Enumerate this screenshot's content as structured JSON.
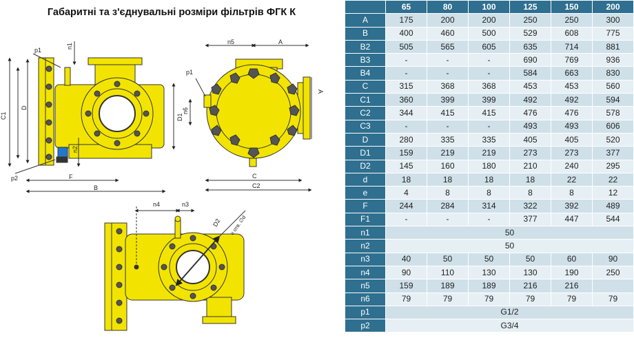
{
  "title": "Габаритні та з'єднувальні розміри фільтрів ФГК К",
  "colors": {
    "header": "#2f6f8f",
    "row_a": "#cfe0e9",
    "row_b": "#e6eff4",
    "filter_body": "#f2e400"
  },
  "drawing_labels": {
    "p1a": "p1",
    "n1": "n1",
    "c1": "C1",
    "d": "D",
    "d1a": "D1",
    "n2": "n2",
    "p2": "p2",
    "f": "F",
    "b": "B",
    "n5": "n5",
    "a_top": "A",
    "p1b": "p1",
    "n6": "n6",
    "a_side": "A",
    "c": "C",
    "c2": "C2",
    "n4": "n4",
    "n3": "n3",
    "d2": "D2",
    "holes": "e отв. ∅d"
  },
  "table": {
    "columns": [
      "65",
      "80",
      "100",
      "125",
      "150",
      "200"
    ],
    "rows": [
      {
        "label": "A",
        "values": [
          "175",
          "200",
          "200",
          "250",
          "250",
          "300"
        ]
      },
      {
        "label": "B",
        "values": [
          "400",
          "460",
          "500",
          "529",
          "608",
          "775"
        ]
      },
      {
        "label": "B2",
        "values": [
          "505",
          "565",
          "605",
          "635",
          "714",
          "881"
        ]
      },
      {
        "label": "B3",
        "values": [
          "-",
          "-",
          "-",
          "690",
          "769",
          "936"
        ]
      },
      {
        "label": "B4",
        "values": [
          "-",
          "-",
          "-",
          "584",
          "663",
          "830"
        ]
      },
      {
        "label": "C",
        "values": [
          "315",
          "368",
          "368",
          "453",
          "453",
          "560"
        ]
      },
      {
        "label": "C1",
        "values": [
          "360",
          "399",
          "399",
          "492",
          "492",
          "594"
        ]
      },
      {
        "label": "C2",
        "values": [
          "344",
          "415",
          "415",
          "476",
          "476",
          "578"
        ]
      },
      {
        "label": "C3",
        "values": [
          "-",
          "-",
          "-",
          "493",
          "493",
          "606"
        ]
      },
      {
        "label": "D",
        "values": [
          "280",
          "335",
          "335",
          "405",
          "405",
          "520"
        ]
      },
      {
        "label": "D1",
        "values": [
          "159",
          "219",
          "219",
          "273",
          "273",
          "377"
        ]
      },
      {
        "label": "D2",
        "values": [
          "145",
          "160",
          "180",
          "210",
          "240",
          "295"
        ]
      },
      {
        "label": "d",
        "values": [
          "18",
          "18",
          "18",
          "18",
          "22",
          "22"
        ]
      },
      {
        "label": "e",
        "values": [
          "4",
          "8",
          "8",
          "8",
          "8",
          "12"
        ]
      },
      {
        "label": "F",
        "values": [
          "244",
          "284",
          "314",
          "322",
          "392",
          "489"
        ]
      },
      {
        "label": "F1",
        "values": [
          "-",
          "-",
          "-",
          "377",
          "447",
          "544"
        ]
      },
      {
        "label": "n1",
        "merged": "50"
      },
      {
        "label": "n2",
        "merged": "50"
      },
      {
        "label": "n3",
        "values": [
          "40",
          "50",
          "50",
          "50",
          "60",
          "90"
        ]
      },
      {
        "label": "n4",
        "values": [
          "90",
          "110",
          "130",
          "130",
          "190",
          "250"
        ]
      },
      {
        "label": "n5",
        "values": [
          "159",
          "189",
          "189",
          "216",
          "216",
          ""
        ]
      },
      {
        "label": "n6",
        "values": [
          "79",
          "79",
          "79",
          "79",
          "79",
          "79"
        ]
      },
      {
        "label": "p1",
        "merged": "G1/2"
      },
      {
        "label": "p2",
        "merged": "G3/4"
      }
    ]
  }
}
